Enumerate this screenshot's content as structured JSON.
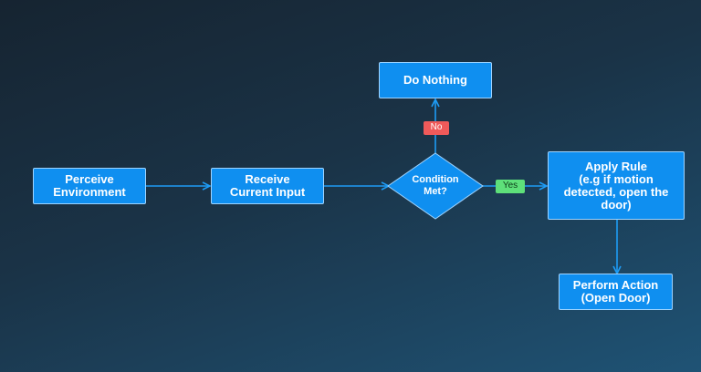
{
  "nodes": {
    "perceive": {
      "label": "Perceive\nEnvironment"
    },
    "receive": {
      "label": "Receive\nCurrent Input"
    },
    "condition": {
      "label": "Condition\nMet?"
    },
    "do_nothing": {
      "label": "Do Nothing"
    },
    "apply_rule": {
      "label": "Apply Rule\n(e.g if motion\ndetected, open the\ndoor)"
    },
    "perform_action": {
      "label": "Perform Action\n(Open Door)"
    }
  },
  "edges": {
    "no_label": "No",
    "yes_label": "Yes"
  },
  "colors": {
    "node_fill": "#0f8ff0",
    "node_border": "#9fd4ff",
    "arrow": "#1e9cf5",
    "no_badge": "#ef5a5a",
    "yes_badge": "#5ee07a"
  }
}
